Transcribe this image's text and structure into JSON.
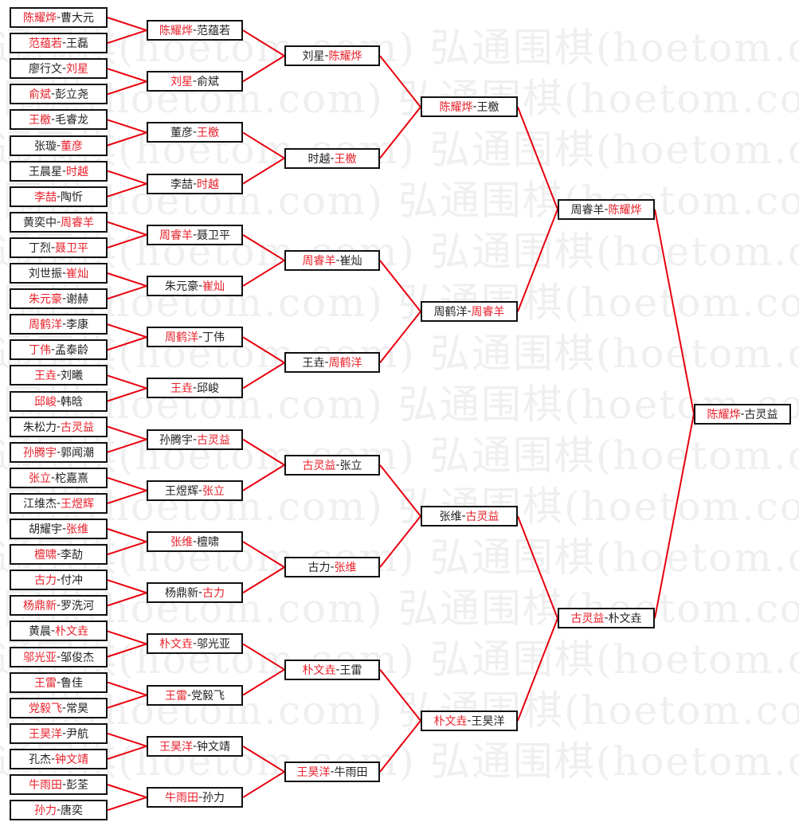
{
  "watermark": "弘通围棋(hoetom.com)",
  "colors": {
    "winner": "#e8202a",
    "line": "#e8000e",
    "text": "#222222",
    "border": "#111111"
  },
  "rounds": [
    [
      {
        "a": "陈耀烨",
        "b": "曹大元",
        "winner": 0
      },
      {
        "a": "范蕴若",
        "b": "王磊",
        "winner": 0
      },
      {
        "a": "廖行文",
        "b": "刘星",
        "winner": 1
      },
      {
        "a": "俞斌",
        "b": "彭立尧",
        "winner": 0
      },
      {
        "a": "王檄",
        "b": "毛睿龙",
        "winner": 0
      },
      {
        "a": "张璇",
        "b": "董彦",
        "winner": 1
      },
      {
        "a": "王晨星",
        "b": "时越",
        "winner": 1
      },
      {
        "a": "李喆",
        "b": "陶忻",
        "winner": 0
      },
      {
        "a": "黄奕中",
        "b": "周睿羊",
        "winner": 1
      },
      {
        "a": "丁烈",
        "b": "聂卫平",
        "winner": 1
      },
      {
        "a": "刘世振",
        "b": "崔灿",
        "winner": 1
      },
      {
        "a": "朱元豪",
        "b": "谢赫",
        "winner": 0
      },
      {
        "a": "周鹤洋",
        "b": "李康",
        "winner": 0
      },
      {
        "a": "丁伟",
        "b": "孟泰龄",
        "winner": 0
      },
      {
        "a": "王垚",
        "b": "刘曦",
        "winner": 0
      },
      {
        "a": "邱峻",
        "b": "韩晗",
        "winner": 0
      },
      {
        "a": "朱松力",
        "b": "古灵益",
        "winner": 1
      },
      {
        "a": "孙腾宇",
        "b": "郭闻潮",
        "winner": 0
      },
      {
        "a": "张立",
        "b": "柁嘉熹",
        "winner": 0
      },
      {
        "a": "江维杰",
        "b": "王煜辉",
        "winner": 1
      },
      {
        "a": "胡耀宇",
        "b": "张维",
        "winner": 1
      },
      {
        "a": "檀啸",
        "b": "李劼",
        "winner": 0
      },
      {
        "a": "古力",
        "b": "付冲",
        "winner": 0
      },
      {
        "a": "杨鼎新",
        "b": "罗洗河",
        "winner": 0
      },
      {
        "a": "黄晨",
        "b": "朴文垚",
        "winner": 1
      },
      {
        "a": "邬光亚",
        "b": "邹俊杰",
        "winner": 0
      },
      {
        "a": "王雷",
        "b": "鲁佳",
        "winner": 0
      },
      {
        "a": "党毅飞",
        "b": "常昊",
        "winner": 0
      },
      {
        "a": "王昊洋",
        "b": "尹航",
        "winner": 0
      },
      {
        "a": "孔杰",
        "b": "钟文靖",
        "winner": 1
      },
      {
        "a": "牛雨田",
        "b": "彭荃",
        "winner": 0
      },
      {
        "a": "孙力",
        "b": "唐奕",
        "winner": 0
      }
    ],
    [
      {
        "a": "陈耀烨",
        "b": "范蕴若",
        "winner": 0
      },
      {
        "a": "刘星",
        "b": "俞斌",
        "winner": 0
      },
      {
        "a": "董彦",
        "b": "王檄",
        "winner": 1
      },
      {
        "a": "李喆",
        "b": "时越",
        "winner": 1
      },
      {
        "a": "周睿羊",
        "b": "聂卫平",
        "winner": 0
      },
      {
        "a": "朱元豪",
        "b": "崔灿",
        "winner": 1
      },
      {
        "a": "周鹤洋",
        "b": "丁伟",
        "winner": 0
      },
      {
        "a": "王垚",
        "b": "邱峻",
        "winner": 0
      },
      {
        "a": "孙腾宇",
        "b": "古灵益",
        "winner": 1
      },
      {
        "a": "王煜辉",
        "b": "张立",
        "winner": 1
      },
      {
        "a": "张维",
        "b": "檀啸",
        "winner": 0
      },
      {
        "a": "杨鼎新",
        "b": "古力",
        "winner": 1
      },
      {
        "a": "朴文垚",
        "b": "邬光亚",
        "winner": 0
      },
      {
        "a": "王雷",
        "b": "党毅飞",
        "winner": 0
      },
      {
        "a": "王昊洋",
        "b": "钟文靖",
        "winner": 0
      },
      {
        "a": "牛雨田",
        "b": "孙力",
        "winner": 0
      }
    ],
    [
      {
        "a": "刘星",
        "b": "陈耀烨",
        "winner": 1
      },
      {
        "a": "时越",
        "b": "王檄",
        "winner": 1
      },
      {
        "a": "周睿羊",
        "b": "崔灿",
        "winner": 0
      },
      {
        "a": "王垚",
        "b": "周鹤洋",
        "winner": 1
      },
      {
        "a": "古灵益",
        "b": "张立",
        "winner": 0
      },
      {
        "a": "古力",
        "b": "张维",
        "winner": 1
      },
      {
        "a": "朴文垚",
        "b": "王雷",
        "winner": 0
      },
      {
        "a": "王昊洋",
        "b": "牛雨田",
        "winner": 0
      }
    ],
    [
      {
        "a": "陈耀烨",
        "b": "王檄",
        "winner": 0
      },
      {
        "a": "周鹤洋",
        "b": "周睿羊",
        "winner": 1
      },
      {
        "a": "张维",
        "b": "古灵益",
        "winner": 1
      },
      {
        "a": "朴文垚",
        "b": "王昊洋",
        "winner": 0
      }
    ],
    [
      {
        "a": "周睿羊",
        "b": "陈耀烨",
        "winner": 1
      },
      {
        "a": "古灵益",
        "b": "朴文垚",
        "winner": 0
      }
    ],
    [
      {
        "a": "陈耀烨",
        "b": "古灵益",
        "winner": 0
      }
    ]
  ]
}
